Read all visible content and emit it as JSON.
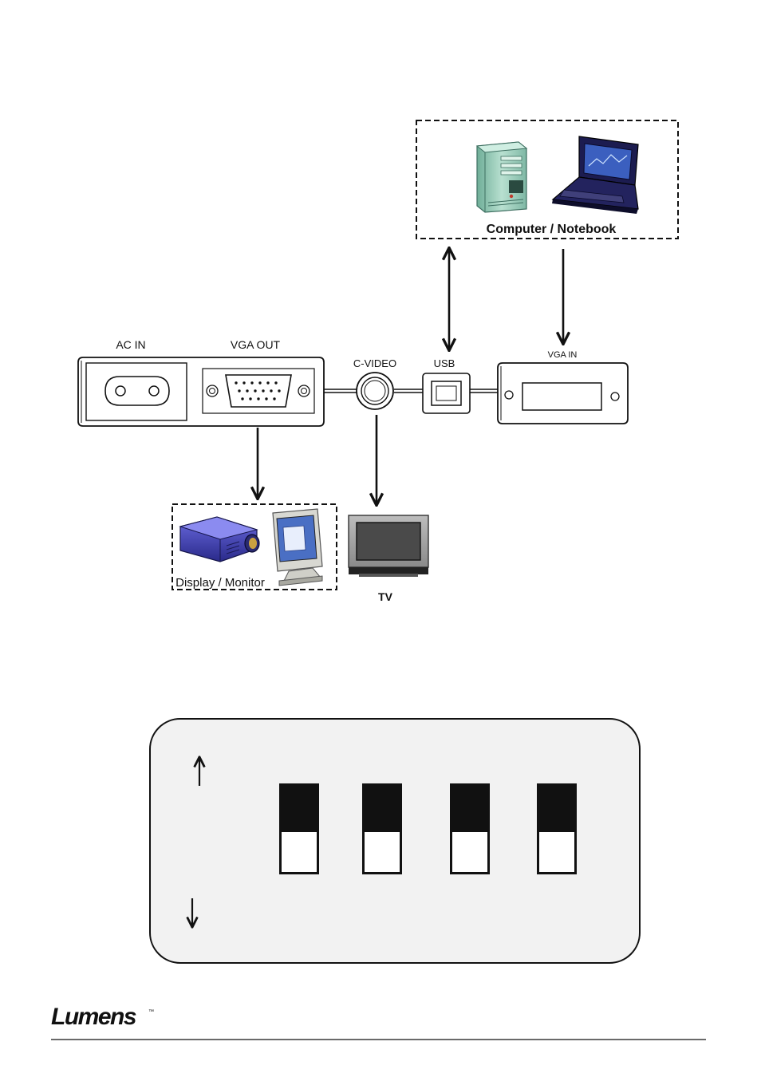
{
  "diagram": {
    "computer_box": {
      "label": "Computer / Notebook"
    },
    "ports": {
      "ac_in": "AC   IN",
      "vga_out": "VGA   OUT",
      "c_video": "C-VIDEO",
      "usb": "USB",
      "vga_in": "VGA IN"
    },
    "display_box": {
      "label": "Display / Monitor"
    },
    "tv": {
      "label": "TV"
    }
  },
  "dip_switch": {
    "switches": [
      {
        "position": "up"
      },
      {
        "position": "up"
      },
      {
        "position": "up"
      },
      {
        "position": "up"
      }
    ]
  },
  "footer": {
    "brand": "Lumens",
    "trademark": "™"
  },
  "colors": {
    "line": "#111111",
    "panel": "#f2f2f2",
    "pc_case": "#8fc7b4",
    "notebook": "#1c1c50",
    "projector": "#4a4ab0",
    "tv_screen": "#4a4a4a"
  }
}
